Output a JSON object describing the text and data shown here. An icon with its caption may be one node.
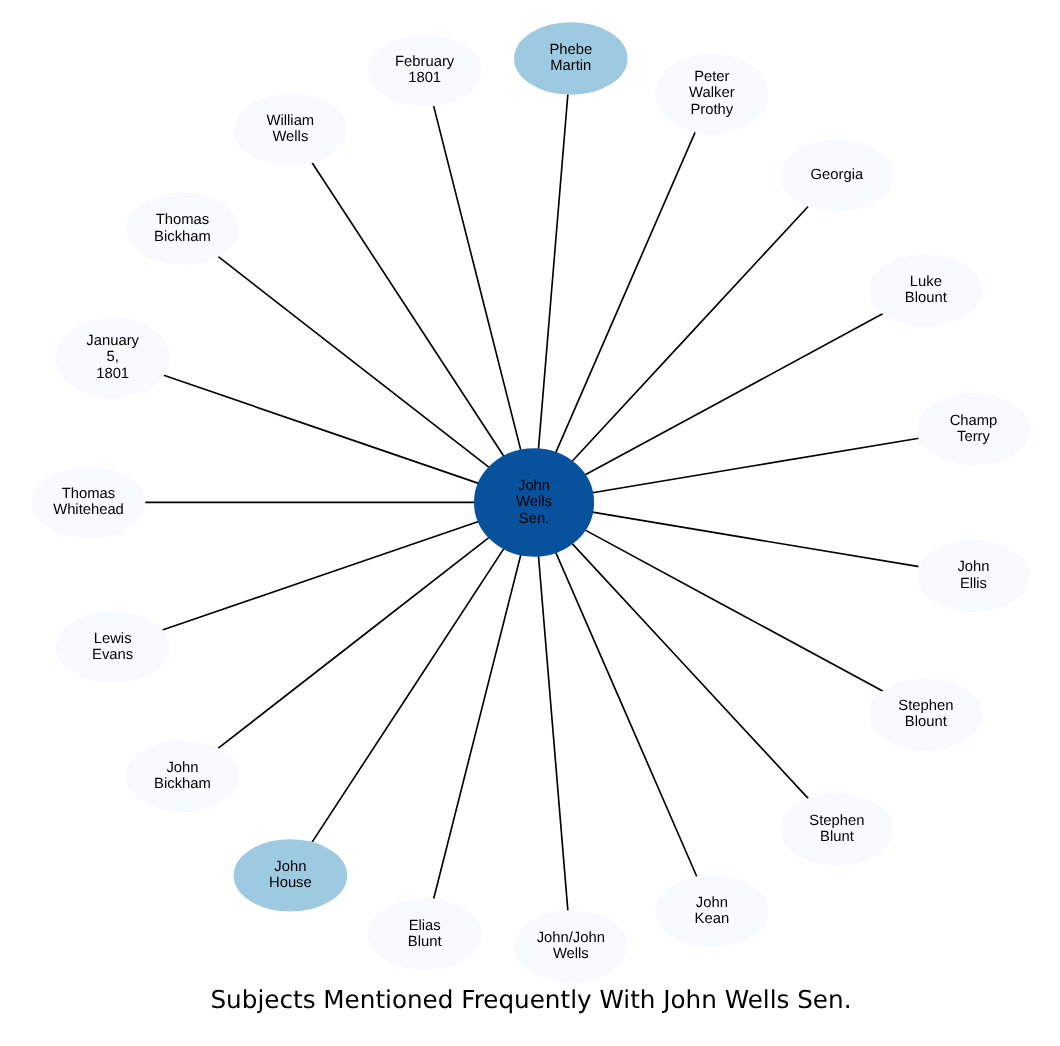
{
  "diagram": {
    "title": "Subjects Mentioned Frequently With John Wells Sen.",
    "nodes": [
      {
        "text": [
          "John Wells Sen."
        ]
      },
      {
        "text": [
          "Champ Terry"
        ]
      },
      {
        "text": [
          "Luke Blount"
        ]
      },
      {
        "text": [
          "Georgia"
        ]
      },
      {
        "text": [
          "Peter Walker Prothy"
        ]
      },
      {
        "text": [
          "Phebe Martin"
        ]
      },
      {
        "text": [
          "February 1801"
        ]
      },
      {
        "text": [
          "William Wells"
        ]
      },
      {
        "text": [
          "Thomas Bickham"
        ]
      },
      {
        "text": [
          "January 5, 1801"
        ]
      },
      {
        "text": [
          "Thomas Whitehead"
        ]
      },
      {
        "text": [
          "Lewis Evans"
        ]
      },
      {
        "text": [
          "John Bickham"
        ]
      },
      {
        "text": [
          "John House"
        ]
      },
      {
        "text": [
          "Elias Blunt"
        ]
      },
      {
        "text": [
          "John/John Wells"
        ]
      },
      {
        "text": [
          "John Kean"
        ]
      },
      {
        "text": [
          "Stephen Blunt"
        ]
      },
      {
        "text": [
          "Stephen Blount"
        ]
      },
      {
        "text": [
          "John Ellis"
        ]
      }
    ],
    "edges": [
      {
        "from": 0,
        "to": 1,
        "arrow": "none"
      },
      {
        "from": 0,
        "to": 2,
        "arrow": "none"
      },
      {
        "from": 0,
        "to": 3,
        "arrow": "none"
      },
      {
        "from": 0,
        "to": 4,
        "arrow": "none"
      },
      {
        "from": 0,
        "to": 5,
        "arrow": "none"
      },
      {
        "from": 0,
        "to": 6,
        "arrow": "none"
      },
      {
        "from": 0,
        "to": 7,
        "arrow": "none"
      },
      {
        "from": 0,
        "to": 8,
        "arrow": "none"
      },
      {
        "from": 0,
        "to": 9,
        "arrow": "none"
      },
      {
        "from": 0,
        "to": 10,
        "arrow": "none"
      },
      {
        "from": 0,
        "to": 11,
        "arrow": "none"
      },
      {
        "from": 0,
        "to": 12,
        "arrow": "none"
      },
      {
        "from": 0,
        "to": 13,
        "arrow": "none"
      },
      {
        "from": 0,
        "to": 14,
        "arrow": "none"
      },
      {
        "from": 0,
        "to": 15,
        "arrow": "none"
      },
      {
        "from": 0,
        "to": 16,
        "arrow": "none"
      },
      {
        "from": 0,
        "to": 17,
        "arrow": "none"
      },
      {
        "from": 0,
        "to": 18,
        "arrow": "none"
      },
      {
        "from": 0,
        "to": 19,
        "arrow": "none"
      }
    ]
  }
}
